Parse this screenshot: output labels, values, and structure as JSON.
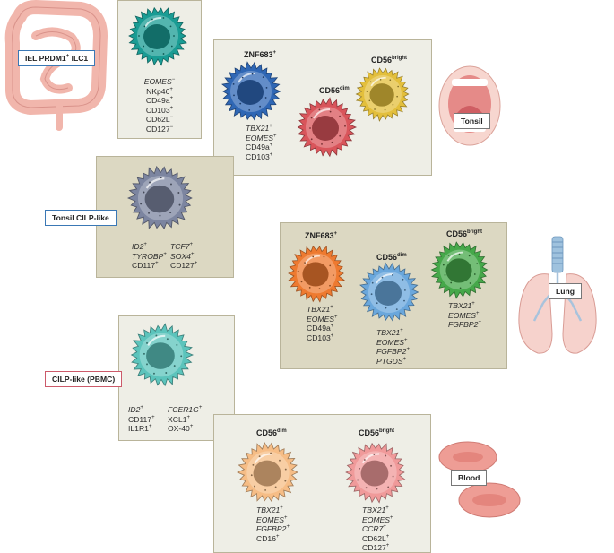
{
  "labels": {
    "iel": "IEL PRDM1",
    "iel_sup": "+",
    "iel_tail": " ILC1",
    "tonsil": "Tonsil",
    "tonsil_cilp": "Tonsil CILP-like",
    "lung": "Lung",
    "pbmc": "CILP-like (PBMC)",
    "blood": "Blood"
  },
  "titles": {
    "znf683": "ZNF683",
    "plus": "+",
    "cd56": "CD56",
    "dim": "dim",
    "bright": "bright"
  },
  "markers": {
    "iel": [
      {
        "t": "EOMES",
        "s": "−",
        "i": true
      },
      {
        "t": "NKp46",
        "s": "+",
        "i": false
      },
      {
        "t": "CD49a",
        "s": "+",
        "i": false
      },
      {
        "t": "CD103",
        "s": "+",
        "i": false
      },
      {
        "t": "CD62L",
        "s": "−",
        "i": false
      },
      {
        "t": "CD127",
        "s": "−",
        "i": false
      }
    ],
    "tonsil_znf": [
      {
        "t": "TBX21",
        "s": "+",
        "i": true
      },
      {
        "t": "EOMES",
        "s": "+",
        "i": true
      },
      {
        "t": "CD49a",
        "s": "+",
        "i": false
      },
      {
        "t": "CD103",
        "s": "+",
        "i": false
      }
    ],
    "tonsil_cilp_left": [
      {
        "t": "ID2",
        "s": "+",
        "i": true
      },
      {
        "t": "TYROBP",
        "s": "+",
        "i": true
      },
      {
        "t": "CD117",
        "s": "+",
        "i": false
      }
    ],
    "tonsil_cilp_right": [
      {
        "t": "TCF7",
        "s": "+",
        "i": true
      },
      {
        "t": "SOX4",
        "s": "+",
        "i": true
      },
      {
        "t": "CD127",
        "s": "+",
        "i": false
      }
    ],
    "lung_znf": [
      {
        "t": "TBX21",
        "s": "+",
        "i": true
      },
      {
        "t": "EOMES",
        "s": "+",
        "i": true
      },
      {
        "t": "CD49a",
        "s": "+",
        "i": false
      },
      {
        "t": "CD103",
        "s": "+",
        "i": false
      }
    ],
    "lung_dim": [
      {
        "t": "TBX21",
        "s": "+",
        "i": true
      },
      {
        "t": "EOMES",
        "s": "+",
        "i": true
      },
      {
        "t": "FGFBP2",
        "s": "+",
        "i": true
      },
      {
        "t": "PTGDS",
        "s": "+",
        "i": true
      }
    ],
    "lung_bright": [
      {
        "t": "TBX21",
        "s": "+",
        "i": true
      },
      {
        "t": "EOMES",
        "s": "+",
        "i": true
      },
      {
        "t": "FGFBP2",
        "s": "+",
        "i": true
      }
    ],
    "pbmc_left": [
      {
        "t": "ID2",
        "s": "+",
        "i": true
      },
      {
        "t": "CD117",
        "s": "+",
        "i": false
      },
      {
        "t": "IL1R1",
        "s": "+",
        "i": false
      }
    ],
    "pbmc_right": [
      {
        "t": "FCER1G",
        "s": "+",
        "i": true
      },
      {
        "t": "XCL1",
        "s": "+",
        "i": false
      },
      {
        "t": "OX-40",
        "s": "+",
        "i": false
      }
    ],
    "blood_dim": [
      {
        "t": "TBX21",
        "s": "+",
        "i": true
      },
      {
        "t": "EOMES",
        "s": "+",
        "i": true
      },
      {
        "t": "FGFBP2",
        "s": "+",
        "i": true
      },
      {
        "t": "CD16",
        "s": "+",
        "i": false
      }
    ],
    "blood_bright": [
      {
        "t": "TBX21",
        "s": "+",
        "i": true
      },
      {
        "t": "EOMES",
        "s": "+",
        "i": true
      },
      {
        "t": "CCR7",
        "s": "+",
        "i": true
      },
      {
        "t": "CD62L",
        "s": "+",
        "i": false
      },
      {
        "t": "CD127",
        "s": "+",
        "i": false
      }
    ]
  },
  "colors": {
    "teal": "#1a9c94",
    "blue": "#2f67b5",
    "red": "#d9555b",
    "yellow": "#e3bf3c",
    "grey": "#7c85a0",
    "orange": "#ee7a30",
    "lightblue": "#6aa7dc",
    "green": "#46a84a",
    "aqua": "#5cc4bc",
    "peach": "#f6bd86",
    "pink": "#f09a9a",
    "organ": "#f4c6bd"
  }
}
